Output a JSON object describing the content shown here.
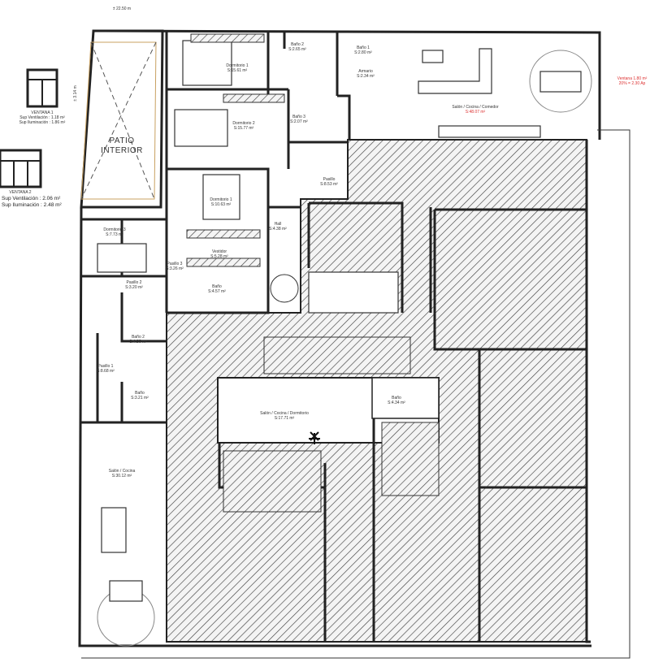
{
  "plan": {
    "dimension_top": "± 22.50 m",
    "dimension_left": "± 3.14 m",
    "patio": [
      "PATIO",
      "INTERIOR"
    ],
    "window_note": [
      "Ventana 1.80 m²",
      "20% = 2.30 Ap"
    ],
    "windows": [
      {
        "title": "VENTANA 1",
        "lines": [
          "Sup Ventilación : 1.18 m²",
          "Sup Iluminación : 1.86 m²"
        ]
      },
      {
        "title": "VENTANA 2",
        "lines": [
          "Sup Ventilación : 2.06 m²",
          "Sup Iluminación : 2.48 m²"
        ]
      }
    ],
    "rooms": [
      {
        "name": "Dormitorio 1",
        "area": "S:15.61 m²"
      },
      {
        "name": "Dormitorio 2",
        "area": "S:15.77 m²"
      },
      {
        "name": "Baño 2",
        "area": "S:2.65 m²"
      },
      {
        "name": "Baño 1",
        "area": "S:2.80 m²"
      },
      {
        "name": "Armario",
        "area": "S:2.34 m²"
      },
      {
        "name": "Baño 3",
        "area": "S:2.07 m²"
      },
      {
        "name": "Salón / Cocina / Comedor",
        "area": "S:48.07 m²"
      },
      {
        "name": "Pasillo",
        "area": "S:8.53 m²"
      },
      {
        "name": "Dormitorio 1",
        "area": "S:10.63 m²"
      },
      {
        "name": "Hall",
        "area": "S:4.38 m²"
      },
      {
        "name": "Dormitorio 3",
        "area": "S:7.73 m²"
      },
      {
        "name": "Vestidor",
        "area": "S:5.28 m²"
      },
      {
        "name": "Pasillo 3",
        "area": "S:3.26 m²"
      },
      {
        "name": "Pasillo 2",
        "area": "S:3.20 m²"
      },
      {
        "name": "Baño",
        "area": "S:4.57 m²"
      },
      {
        "name": "Baño 2",
        "area": "S:4.89 m²"
      },
      {
        "name": "Pasillo 1",
        "area": "S:8.68 m²"
      },
      {
        "name": "Baño",
        "area": "S:3.21 m²"
      },
      {
        "name": "Salón / Cocina / Dormitorio",
        "area": "S:17.71 m²"
      },
      {
        "name": "Baño",
        "area": "S:4.34 m²"
      },
      {
        "name": "Salón / Cocina",
        "area": "S:30.12 m²"
      }
    ]
  }
}
